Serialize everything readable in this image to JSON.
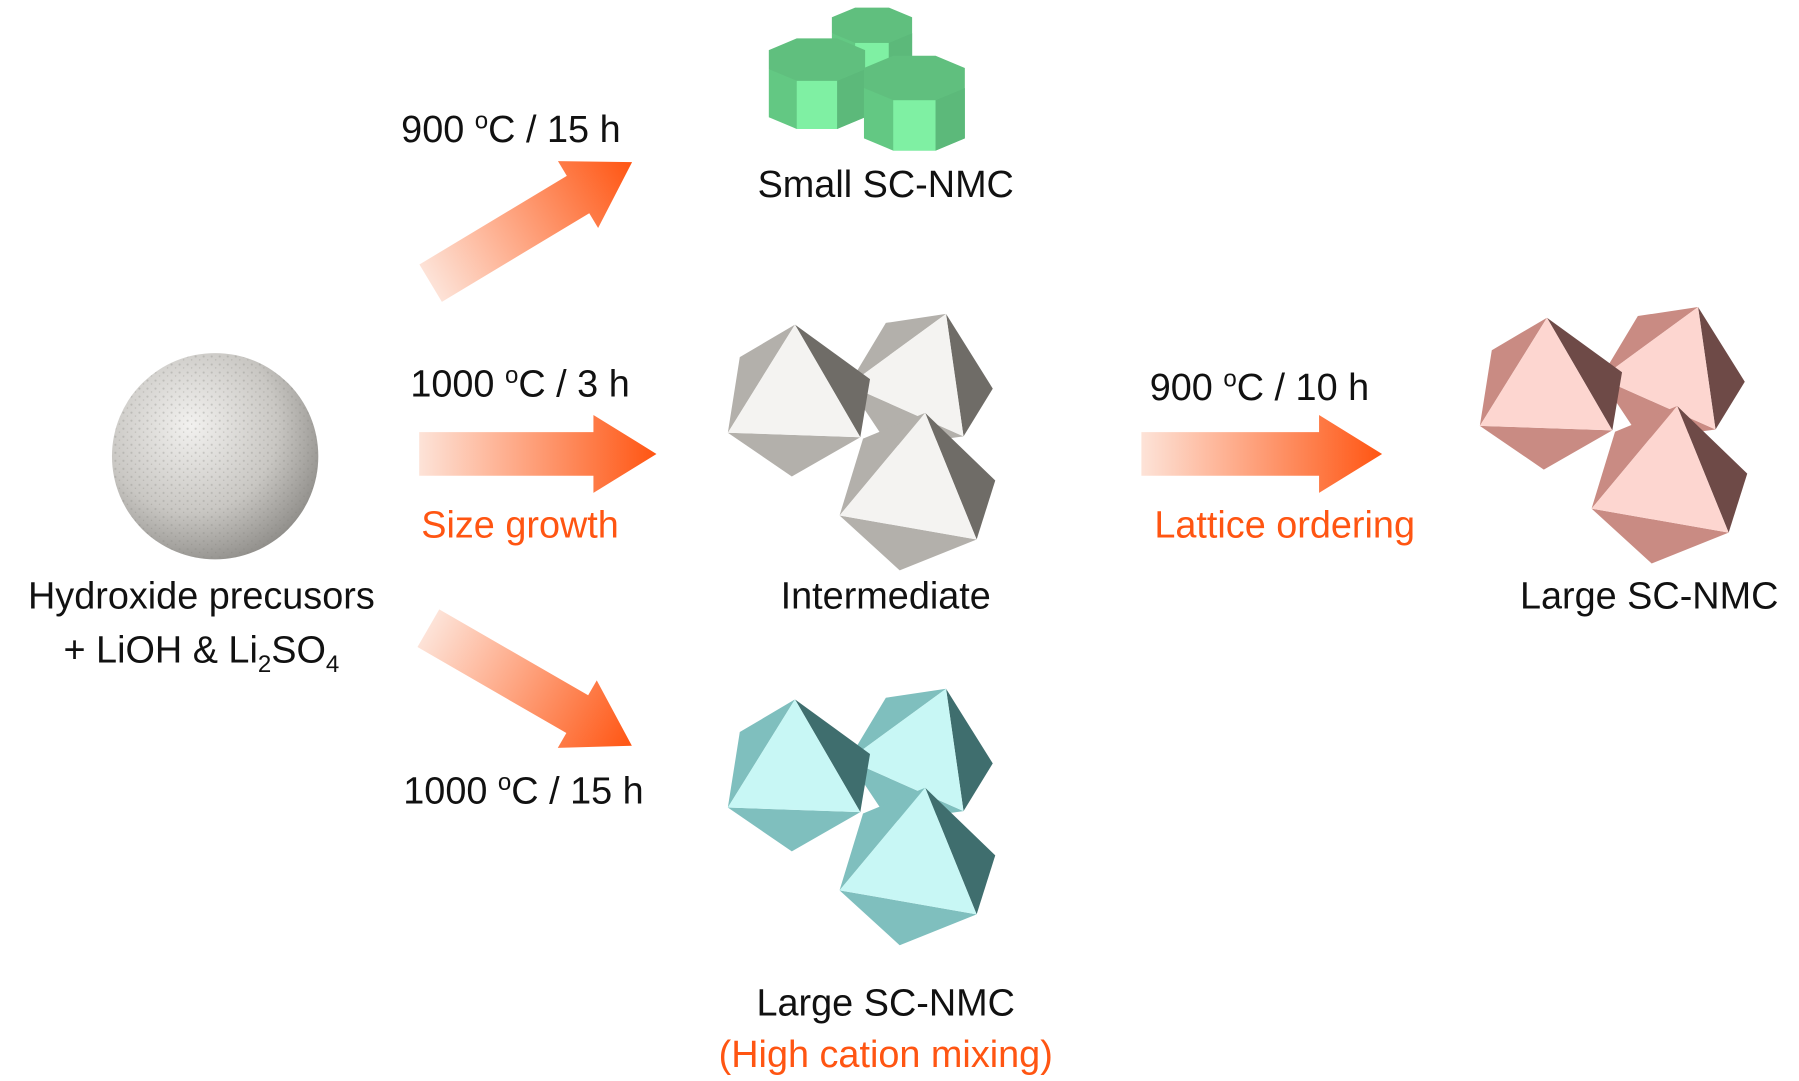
{
  "precursor": {
    "line1": "Hydroxide precusors",
    "line2_a": "+ LiOH & Li",
    "line2_sub1": "2",
    "line2_b": "SO",
    "line2_sub2": "4"
  },
  "routes": {
    "top": {
      "temp": "900 ",
      "deg": "o",
      "rest": "C / 15 h"
    },
    "middle": {
      "temp": "1000 ",
      "deg": "o",
      "rest": "C / 3 h",
      "note": "Size growth"
    },
    "bottom": {
      "temp": "1000 ",
      "deg": "o",
      "rest": "C / 15 h"
    },
    "right": {
      "temp": "900 ",
      "deg": "o",
      "rest": "C / 10 h",
      "note": "Lattice ordering"
    }
  },
  "products": {
    "small": "Small SC-NMC",
    "intermediate": "Intermediate",
    "large_mixed": "Large SC-NMC",
    "large_mixed_note": "(High cation mixing)",
    "large_ordered": "Large SC-NMC"
  },
  "colors": {
    "accent": "#ff5512",
    "arrow_start": "#fde3d8",
    "arrow_end": "#ff5512",
    "green": "#6fd99a",
    "gray": "#b0ada8",
    "cyan": "#c8f7f5",
    "pink": "#fdd6d0"
  }
}
